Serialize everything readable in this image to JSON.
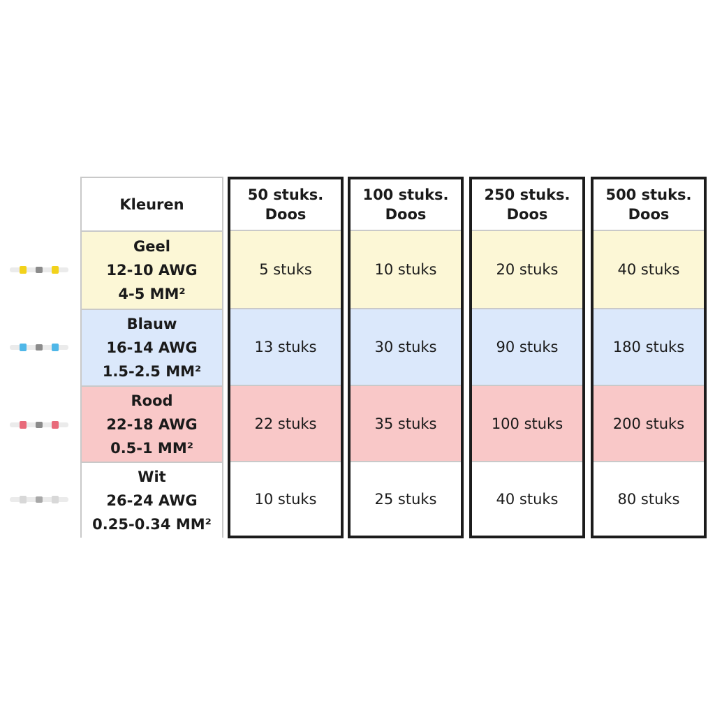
{
  "header": {
    "label": "Kleuren",
    "columns": [
      {
        "line1": "50 stuks.",
        "line2": "Doos"
      },
      {
        "line1": "100 stuks.",
        "line2": "Doos"
      },
      {
        "line1": "250 stuks.",
        "line2": "Doos"
      },
      {
        "line1": "500 stuks.",
        "line2": "Doos"
      }
    ]
  },
  "rows": [
    {
      "color_name": "Geel",
      "awg": "12-10 AWG",
      "mm": "4-5 MM²",
      "bg": "#fcf7d6",
      "ring_color": "#f2d21b",
      "values": [
        "5 stuks",
        "10 stuks",
        "20 stuks",
        "40 stuks"
      ]
    },
    {
      "color_name": "Blauw",
      "awg": "16-14 AWG",
      "mm": "1.5-2.5 MM²",
      "bg": "#dbe8fb",
      "ring_color": "#4fb7e8",
      "values": [
        "13 stuks",
        "30 stuks",
        "90 stuks",
        "180 stuks"
      ]
    },
    {
      "color_name": "Rood",
      "awg": "22-18 AWG",
      "mm": "0.5-1 MM²",
      "bg": "#f9c8c8",
      "ring_color": "#e86a7a",
      "values": [
        "22 stuks",
        "35 stuks",
        "100 stuks",
        "200 stuks"
      ]
    },
    {
      "color_name": "Wit",
      "awg": "26-24 AWG",
      "mm": "0.25-0.34 MM²",
      "bg": "#ffffff",
      "ring_color": "#d8d8d8",
      "values": [
        "10 stuks",
        "25 stuks",
        "40 stuks",
        "80 stuks"
      ]
    }
  ],
  "icons": [
    "connector-yellow-icon",
    "connector-blue-icon",
    "connector-red-icon",
    "connector-white-icon"
  ]
}
